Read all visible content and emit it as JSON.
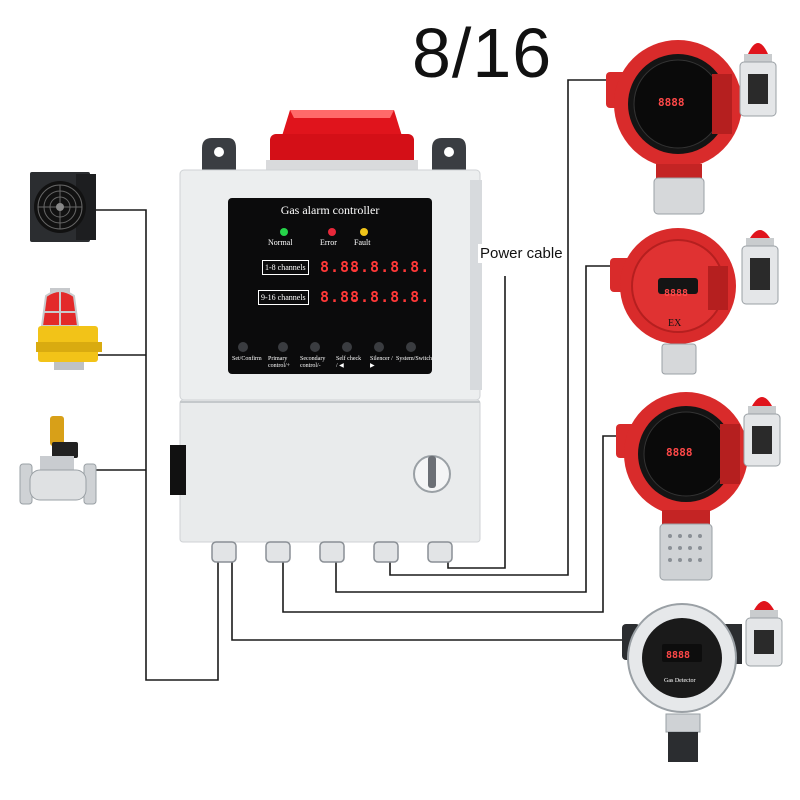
{
  "headline": "8/16",
  "power_cable_label": "Power cable",
  "controller": {
    "title": "Gas alarm controller",
    "indicators": [
      {
        "label": "Normal",
        "color": "#26d44a"
      },
      {
        "label": "Error",
        "color": "#e8283a"
      },
      {
        "label": "Fault",
        "color": "#f0c419"
      }
    ],
    "channel_rows": [
      {
        "label": "1-8 channels",
        "ch_display": "8.8.",
        "value_display": "8.8.8.8."
      },
      {
        "label": "9-16 channels",
        "ch_display": "8.8.",
        "value_display": "8.8.8.8."
      }
    ],
    "buttons": [
      {
        "label": "Set/Confirm"
      },
      {
        "label": "Primary control/+"
      },
      {
        "label": "Secondary control/-"
      },
      {
        "label": "Self check / ◀"
      },
      {
        "label": "Silencer / ▶"
      },
      {
        "label": "System/Switch"
      }
    ]
  },
  "detectors": [
    {
      "display": "8888"
    },
    {
      "display": "8888",
      "mark": "EX"
    },
    {
      "display": "8888"
    },
    {
      "display": "8888",
      "caption": "Gas Detector"
    }
  ],
  "colors": {
    "detector_red": "#d92b2b",
    "beacon_red": "#e0141c",
    "alarm_yellow": "#f2c318",
    "housing_white": "#eceeef",
    "wire": "#1a1a1a"
  },
  "devices_left": [
    {
      "icon": "exhaust-fan-icon"
    },
    {
      "icon": "explosion-proof-alarm-lamp-icon"
    },
    {
      "icon": "solenoid-valve-icon"
    }
  ]
}
